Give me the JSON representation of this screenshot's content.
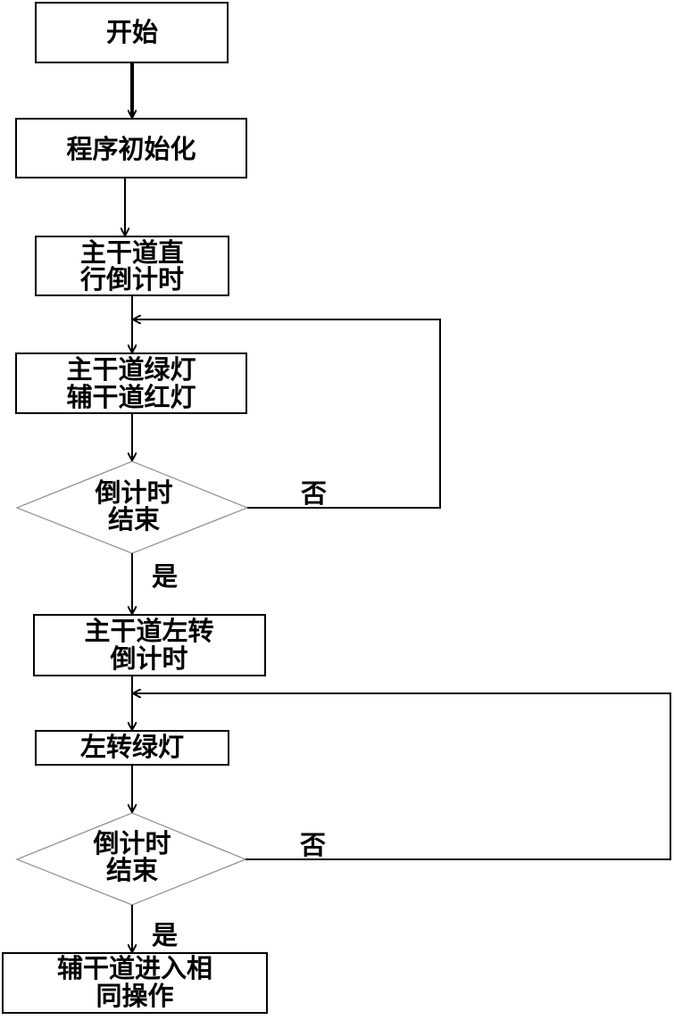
{
  "nodes": {
    "start": {
      "lines": [
        "开始"
      ]
    },
    "init": {
      "lines": [
        "程序初始化"
      ]
    },
    "main_straight_countdown": {
      "lines": [
        "主干道直",
        "行倒计时"
      ]
    },
    "main_green_side_red": {
      "lines": [
        "主干道绿灯",
        "辅干道红灯"
      ]
    },
    "decision_1": {
      "lines": [
        "倒计时",
        "结束"
      ]
    },
    "main_left_countdown": {
      "lines": [
        "主干道左转",
        "倒计时"
      ]
    },
    "left_green": {
      "lines": [
        "左转绿灯"
      ]
    },
    "decision_2": {
      "lines": [
        "倒计时",
        "结束"
      ]
    },
    "side_same_operation": {
      "lines": [
        "辅干道进入相",
        "同操作"
      ]
    }
  },
  "edge_labels": {
    "decision_1_no": "否",
    "decision_1_yes": "是",
    "decision_2_no": "否",
    "decision_2_yes": "是"
  },
  "colors": {
    "stroke": "#000000",
    "decision_stroke": "#8a8a8a",
    "background": "#ffffff"
  }
}
